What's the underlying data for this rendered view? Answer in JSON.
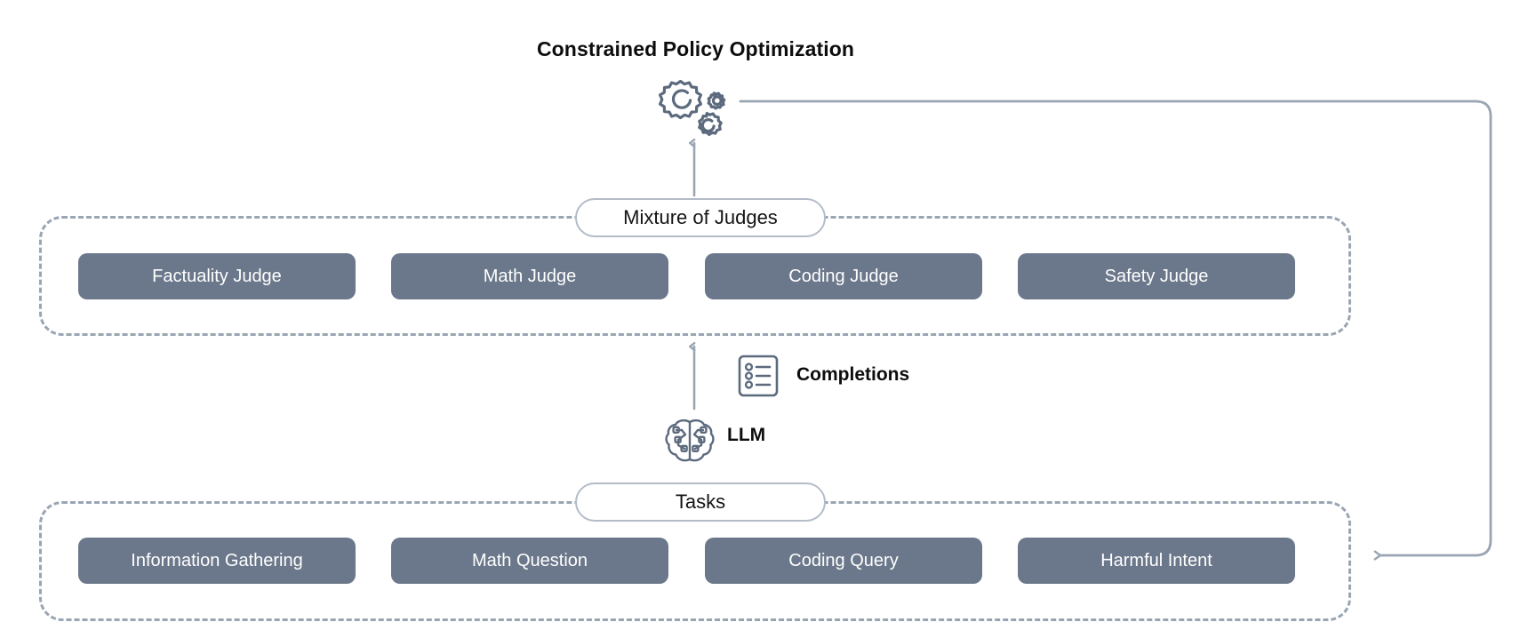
{
  "diagram": {
    "title": "Constrained Policy Optimization",
    "colors": {
      "chip_fill": "#6b778a",
      "chip_text": "#ffffff",
      "dashed_border": "#9aa5b4",
      "connector": "#9aa5b4",
      "pill_border": "#b4bcc8",
      "title_text": "#0d0d0d",
      "background": "#ffffff"
    },
    "judges": {
      "pill_label": "Mixture of Judges",
      "items": [
        {
          "label": "Factuality Judge"
        },
        {
          "label": "Math Judge"
        },
        {
          "label": "Coding Judge"
        },
        {
          "label": "Safety Judge"
        }
      ]
    },
    "tasks": {
      "pill_label": "Tasks",
      "items": [
        {
          "label": "Information Gathering"
        },
        {
          "label": "Math Question"
        },
        {
          "label": "Coding Query"
        },
        {
          "label": "Harmful Intent"
        }
      ]
    },
    "annotations": {
      "completions": "Completions",
      "llm": "LLM"
    },
    "icons": {
      "optimizer": "gears-icon",
      "completions": "list-document-icon",
      "llm": "brain-circuit-icon"
    }
  }
}
